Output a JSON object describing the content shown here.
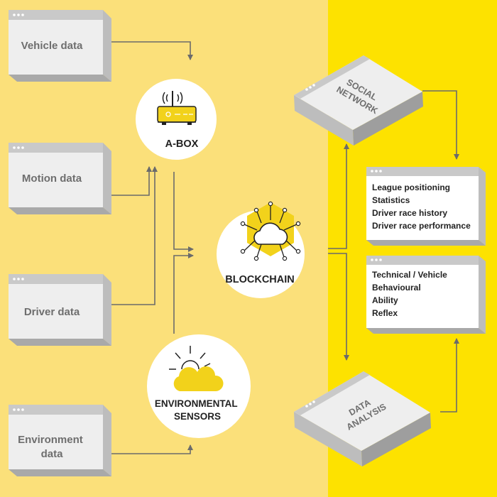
{
  "colors": {
    "bg_left": "#FBE07A",
    "bg_right": "#FDE200",
    "accent": "#F2D21B",
    "panel_face": "#EEEEEE",
    "panel_side": "#BDBDBD",
    "panel_bar": "#C9C9C9",
    "panel_text": "#6E6E6E",
    "circle": "#FFFFFF",
    "connector": "#6B6B6B"
  },
  "sources": [
    {
      "id": "vehicle",
      "lines": [
        "Vehicle data"
      ]
    },
    {
      "id": "motion",
      "lines": [
        "Motion data"
      ]
    },
    {
      "id": "driver",
      "lines": [
        "Driver data"
      ]
    },
    {
      "id": "environment",
      "lines": [
        "Environment",
        "data"
      ]
    }
  ],
  "nodes": {
    "abox": {
      "label": "A-BOX",
      "icon": "router-icon"
    },
    "blockchain": {
      "label": "BLOCKCHAIN",
      "icon": "cloud-network-icon"
    },
    "environmental": {
      "label_lines": [
        "ENVIRONMENTAL",
        "SENSORS"
      ],
      "icon": "sun-cloud-icon"
    }
  },
  "isometric": {
    "social": {
      "lines": [
        "SOCIAL",
        "NETWORK"
      ]
    },
    "analysis": {
      "lines": [
        "DATA",
        "ANALYSIS"
      ]
    }
  },
  "outputs": {
    "social_results": [
      "League positioning",
      "Statistics",
      "Driver race history",
      "Driver race performance"
    ],
    "analysis_results": [
      "Technical / Vehicle",
      "Behavioural",
      "Ability",
      "Reflex"
    ]
  }
}
